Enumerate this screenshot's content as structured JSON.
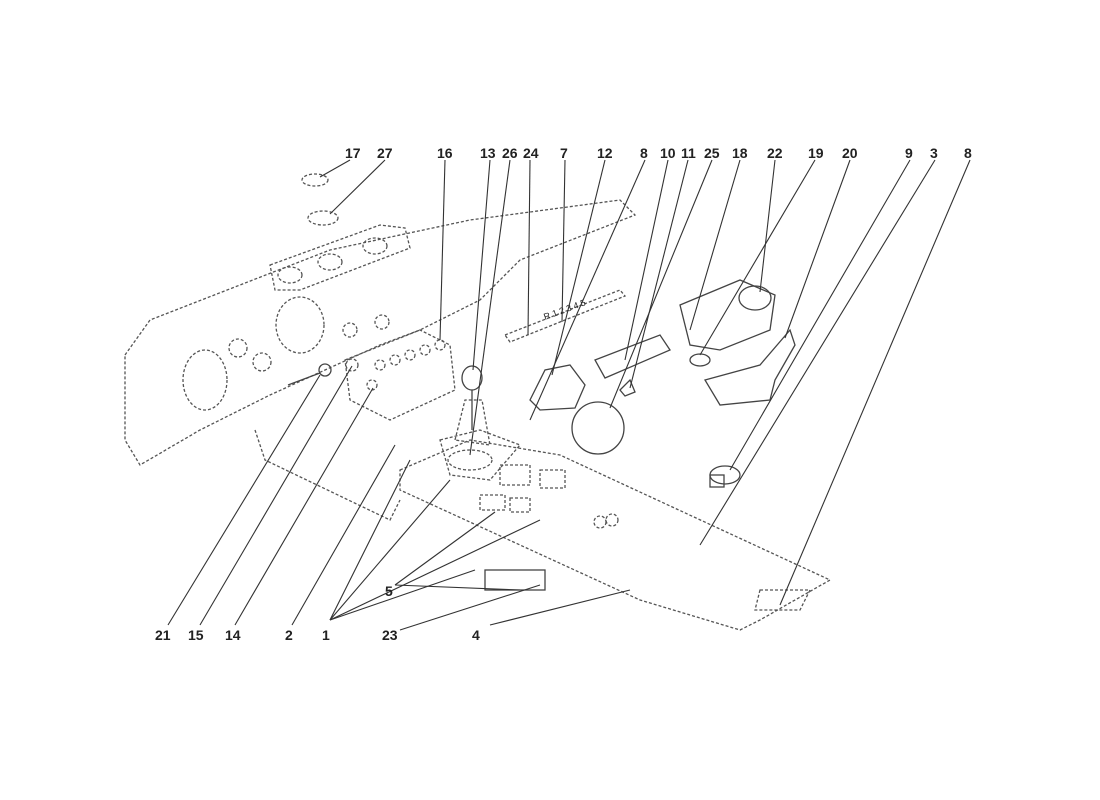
{
  "diagram": {
    "callouts_top": [
      "17",
      "27",
      "16",
      "13",
      "26",
      "24",
      "7",
      "12",
      "8",
      "10",
      "11",
      "25",
      "18",
      "22",
      "19",
      "20",
      "9",
      "3",
      "8"
    ],
    "callouts_bottom": [
      "21",
      "15",
      "14",
      "2",
      "1",
      "23",
      "4"
    ],
    "callouts_mid": [
      "5"
    ],
    "gear_pattern_label": "R 1 2 3 4 5"
  }
}
